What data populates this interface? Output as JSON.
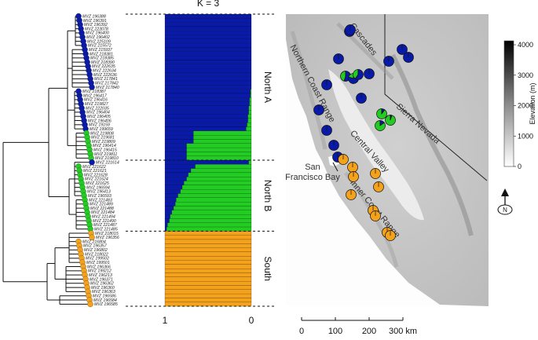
{
  "chart_data": {
    "type": "bar",
    "orientation": "horizontal",
    "title": "K = 3",
    "xlim": [
      1,
      0
    ],
    "x_ticks": [
      "1",
      "0"
    ],
    "clusters": [
      {
        "name": "North A",
        "color": "#0a1aa8"
      },
      {
        "name": "North B",
        "color": "#22cc22"
      },
      {
        "name": "South",
        "color": "#f4a21c"
      }
    ],
    "group_labels": [
      "North A",
      "North B",
      "South"
    ],
    "samples": [
      {
        "id": "MVZ 196388",
        "q": [
          1.0,
          0.0,
          0.0
        ]
      },
      {
        "id": "MVZ 196391",
        "q": [
          1.0,
          0.0,
          0.0
        ]
      },
      {
        "id": "MVZ 196392",
        "q": [
          1.0,
          0.0,
          0.0
        ]
      },
      {
        "id": "MVZ 223078",
        "q": [
          1.0,
          0.0,
          0.0
        ]
      },
      {
        "id": "MVZ 196400",
        "q": [
          1.0,
          0.0,
          0.0
        ]
      },
      {
        "id": "MVZ 196402",
        "q": [
          1.0,
          0.0,
          0.0
        ]
      },
      {
        "id": "MVZ 225109",
        "q": [
          1.0,
          0.0,
          0.0
        ]
      },
      {
        "id": "MVZ 215572",
        "q": [
          1.0,
          0.0,
          0.0
        ]
      },
      {
        "id": "MVZ 215937",
        "q": [
          1.0,
          0.0,
          0.0
        ]
      },
      {
        "id": "MVZ 218381",
        "q": [
          1.0,
          0.0,
          0.0
        ]
      },
      {
        "id": "MVZ 218385",
        "q": [
          1.0,
          0.0,
          0.0
        ]
      },
      {
        "id": "MVZ 218390",
        "q": [
          1.0,
          0.0,
          0.0
        ]
      },
      {
        "id": "MVZ 222635",
        "q": [
          1.0,
          0.0,
          0.0
        ]
      },
      {
        "id": "MVZ 222634",
        "q": [
          1.0,
          0.0,
          0.0
        ]
      },
      {
        "id": "MVZ 222636",
        "q": [
          1.0,
          0.0,
          0.0
        ]
      },
      {
        "id": "MVZ 217841",
        "q": [
          1.0,
          0.0,
          0.0
        ]
      },
      {
        "id": "MVZ 217842",
        "q": [
          1.0,
          0.0,
          0.0
        ]
      },
      {
        "id": "MVZ 217840",
        "q": [
          1.0,
          0.0,
          0.0
        ]
      },
      {
        "id": "MVZ 218387",
        "q": [
          0.99,
          0.01,
          0.0
        ]
      },
      {
        "id": "MVZ 196417",
        "q": [
          0.99,
          0.01,
          0.0
        ]
      },
      {
        "id": "MVZ 196416",
        "q": [
          0.98,
          0.02,
          0.0
        ]
      },
      {
        "id": "MVZ 219827",
        "q": [
          0.98,
          0.02,
          0.0
        ]
      },
      {
        "id": "MVZ 222035",
        "q": [
          0.97,
          0.03,
          0.0
        ]
      },
      {
        "id": "MVZ 196404",
        "q": [
          0.97,
          0.03,
          0.0
        ]
      },
      {
        "id": "MVZ 196405",
        "q": [
          0.96,
          0.04,
          0.0
        ]
      },
      {
        "id": "MVZ 196406",
        "q": [
          0.96,
          0.04,
          0.0
        ]
      },
      {
        "id": "MVZ 19159",
        "q": [
          0.95,
          0.05,
          0.0
        ]
      },
      {
        "id": "MVZ 199659",
        "q": [
          0.94,
          0.06,
          0.0
        ]
      },
      {
        "id": "MVZ 219808",
        "q": [
          0.33,
          0.67,
          0.0
        ]
      },
      {
        "id": "MVZ 219681",
        "q": [
          0.33,
          0.67,
          0.0
        ]
      },
      {
        "id": "MVZ 219809",
        "q": [
          0.33,
          0.67,
          0.0
        ]
      },
      {
        "id": "MVZ 196414",
        "q": [
          0.25,
          0.75,
          0.0
        ]
      },
      {
        "id": "MVZ 196415",
        "q": [
          0.25,
          0.75,
          0.0
        ]
      },
      {
        "id": "MVZ 219811",
        "q": [
          0.25,
          0.75,
          0.0
        ]
      },
      {
        "id": "MVZ 219810",
        "q": [
          0.25,
          0.75,
          0.0
        ]
      },
      {
        "id": "MVZ 221614",
        "q": [
          0.97,
          0.03,
          0.0
        ]
      },
      {
        "id": "MVZ 221622",
        "q": [
          0.35,
          0.65,
          0.0
        ]
      },
      {
        "id": "MVZ 221621",
        "q": [
          0.3,
          0.7,
          0.0
        ]
      },
      {
        "id": "MVZ 221628",
        "q": [
          0.27,
          0.73,
          0.0
        ]
      },
      {
        "id": "MVZ 221624",
        "q": [
          0.25,
          0.75,
          0.0
        ]
      },
      {
        "id": "MVZ 221625",
        "q": [
          0.22,
          0.78,
          0.0
        ]
      },
      {
        "id": "MVZ 196594",
        "q": [
          0.2,
          0.8,
          0.0
        ]
      },
      {
        "id": "MVZ 196413",
        "q": [
          0.18,
          0.82,
          0.0
        ]
      },
      {
        "id": "MVZ 196593",
        "q": [
          0.15,
          0.85,
          0.0
        ]
      },
      {
        "id": "MVZ 221483",
        "q": [
          0.13,
          0.87,
          0.0
        ]
      },
      {
        "id": "MVZ 221489",
        "q": [
          0.12,
          0.88,
          0.0
        ]
      },
      {
        "id": "MVZ 221488",
        "q": [
          0.1,
          0.9,
          0.0
        ]
      },
      {
        "id": "MVZ 221484",
        "q": [
          0.08,
          0.92,
          0.0
        ]
      },
      {
        "id": "MVZ 221494",
        "q": [
          0.06,
          0.94,
          0.0
        ]
      },
      {
        "id": "MVZ 221490",
        "q": [
          0.05,
          0.95,
          0.0
        ]
      },
      {
        "id": "MVZ 221487",
        "q": [
          0.03,
          0.97,
          0.0
        ]
      },
      {
        "id": "MVZ 221485",
        "q": [
          0.02,
          0.98,
          0.0
        ]
      },
      {
        "id": "MVZ 218015",
        "q": [
          0.0,
          0.0,
          1.0
        ]
      },
      {
        "id": "MVZ 196356",
        "q": [
          0.0,
          0.0,
          1.0
        ]
      },
      {
        "id": "MVZ 216804",
        "q": [
          0.0,
          0.0,
          1.0
        ]
      },
      {
        "id": "MVZ 196357",
        "q": [
          0.0,
          0.0,
          1.0
        ]
      },
      {
        "id": "MVZ 196802",
        "q": [
          0.0,
          0.0,
          1.0
        ]
      },
      {
        "id": "MVZ 218022",
        "q": [
          0.0,
          0.0,
          1.0
        ]
      },
      {
        "id": "MVZ 199502",
        "q": [
          0.0,
          0.0,
          1.0
        ]
      },
      {
        "id": "MVZ 199501",
        "q": [
          0.0,
          0.0,
          1.0
        ]
      },
      {
        "id": "MVZ 196366",
        "q": [
          0.0,
          0.0,
          1.0
        ]
      },
      {
        "id": "MVZ 199212",
        "q": [
          0.0,
          0.0,
          1.0
        ]
      },
      {
        "id": "MVZ 196213",
        "q": [
          0.0,
          0.0,
          1.0
        ]
      },
      {
        "id": "MVZ 196371",
        "q": [
          0.0,
          0.0,
          1.0
        ]
      },
      {
        "id": "MVZ 196362",
        "q": [
          0.0,
          0.0,
          1.0
        ]
      },
      {
        "id": "MVZ 196360",
        "q": [
          0.0,
          0.0,
          1.0
        ]
      },
      {
        "id": "MVZ 196363",
        "q": [
          0.0,
          0.0,
          1.0
        ]
      },
      {
        "id": "MVZ 196586",
        "q": [
          0.0,
          0.0,
          1.0
        ]
      },
      {
        "id": "MVZ 196584",
        "q": [
          0.0,
          0.0,
          1.0
        ]
      },
      {
        "id": "MVZ 196585",
        "q": [
          0.0,
          0.0,
          1.0
        ]
      }
    ],
    "map": {
      "region_labels": [
        "Cascades",
        "Northern Coast Range",
        "Sierra Nevada",
        "Central Valley",
        "Inner Coast Range",
        "San Francisco Bay"
      ],
      "elevation_legend": {
        "label": "Elevation (m)",
        "ticks": [
          "0",
          "1000",
          "2000",
          "3000",
          "4000"
        ]
      },
      "scale_bar": {
        "ticks": [
          "0",
          "100",
          "200",
          "300 km"
        ]
      },
      "north_label": "N"
    }
  }
}
